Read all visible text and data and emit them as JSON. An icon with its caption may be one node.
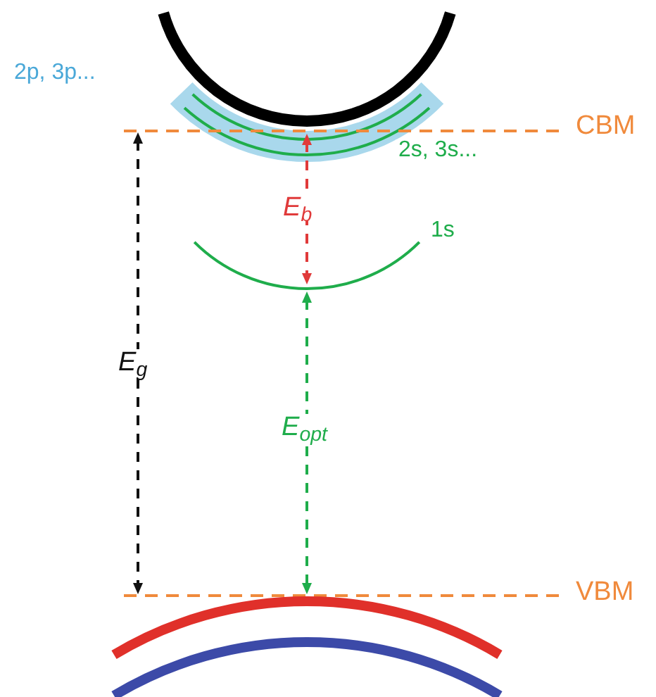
{
  "diagram": {
    "labels": [
      "2p, 3p...",
      "CBM",
      "2s, 3s...",
      "E$_{b}$",
      "1s",
      "E$_{g}$",
      "E$_{opt}$",
      "VBM"
    ]
  }
}
